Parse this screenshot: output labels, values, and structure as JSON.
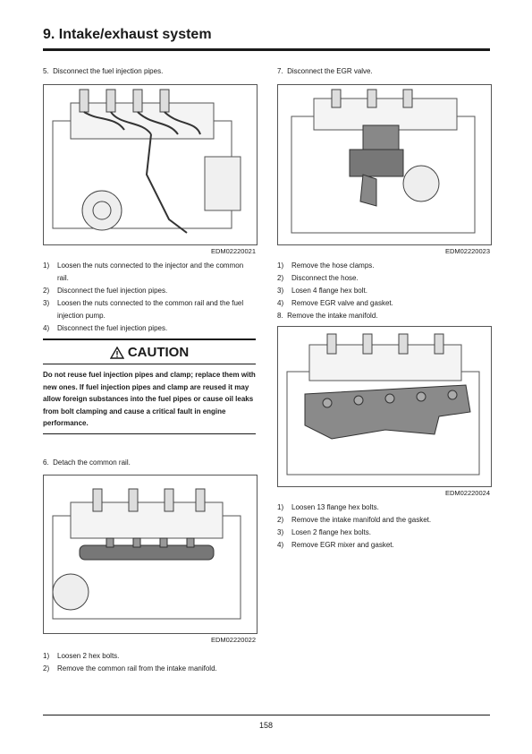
{
  "header": {
    "title": "9. Intake/exhaust system"
  },
  "left": {
    "step5": "5.  Disconnect the fuel injection pipes.",
    "fig1_code": "EDM02220021",
    "sub1": [
      {
        "num": "1)",
        "text": "Loosen the nuts connected to the injector and the common rail."
      },
      {
        "num": "2)",
        "text": "Disconnect the fuel injection pipes."
      },
      {
        "num": "3)",
        "text": "Loosen the nuts connected to the common rail and the fuel injection pump."
      },
      {
        "num": "4)",
        "text": "Disconnect the fuel injection pipes."
      }
    ],
    "caution": {
      "heading": "CAUTION",
      "text": "Do not reuse fuel injection pipes and clamp; replace them with new ones. If fuel injection pipes and clamp are reused it may allow foreign substances into the fuel pipes or cause oil leaks from bolt clamping and cause a critical fault in engine performance."
    },
    "step6": "6.  Detach the common rail.",
    "fig2_code": "EDM02220022",
    "sub2": [
      {
        "num": "1)",
        "text": "Loosen 2 hex bolts."
      },
      {
        "num": "2)",
        "text": "Remove the common rail from the intake manifold."
      }
    ]
  },
  "right": {
    "step7": "7.  Disconnect the EGR valve.",
    "fig3_code": "EDM02220023",
    "sub3": [
      {
        "num": "1)",
        "text": "Remove the hose clamps."
      },
      {
        "num": "2)",
        "text": "Disconnect the hose."
      },
      {
        "num": "3)",
        "text": "Losen 4 flange hex bolt."
      },
      {
        "num": "4)",
        "text": "Remove EGR valve and gasket."
      }
    ],
    "step8": "8.  Remove the intake manifold.",
    "fig4_code": "EDM02220024",
    "sub4": [
      {
        "num": "1)",
        "text": "Loosen 13 flange hex bolts."
      },
      {
        "num": "2)",
        "text": "Remove the intake manifold and the gasket."
      },
      {
        "num": "3)",
        "text": "Losen 2 flange hex bolts."
      },
      {
        "num": "4)",
        "text": "Remove EGR mixer and gasket."
      }
    ]
  },
  "footer": {
    "page_number": "158"
  }
}
